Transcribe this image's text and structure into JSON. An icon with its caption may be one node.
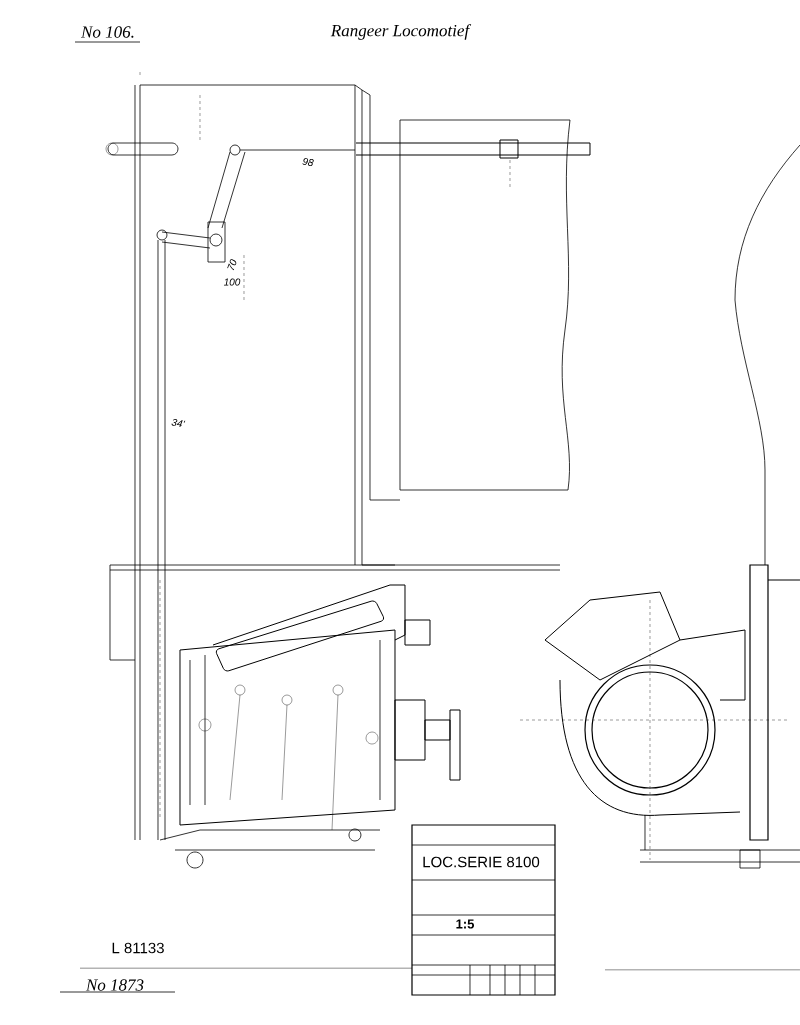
{
  "diagram": {
    "title": "Rangeer Locomotief",
    "labels": [
      "No 106.",
      "98",
      "70",
      "100",
      "34'",
      "LOC.SERIE 8100",
      "1:5",
      "L 81133",
      "No 1873"
    ]
  }
}
